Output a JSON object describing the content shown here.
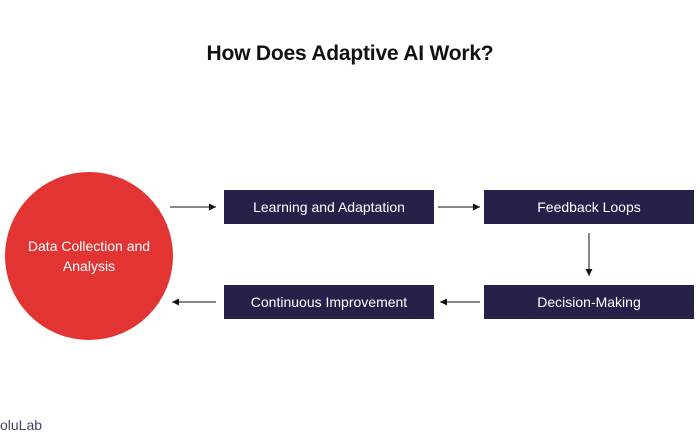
{
  "title": "How Does Adaptive AI Work?",
  "nodes": {
    "data_collection": "Data Collection and Analysis",
    "learning": "Learning and Adaptation",
    "feedback": "Feedback Loops",
    "decision": "Decision-Making",
    "continuous": "Continuous Improvement"
  },
  "brand": "oluLab",
  "colors": {
    "circle": "#e33434",
    "box": "#25224a",
    "arrow": "#111111"
  }
}
